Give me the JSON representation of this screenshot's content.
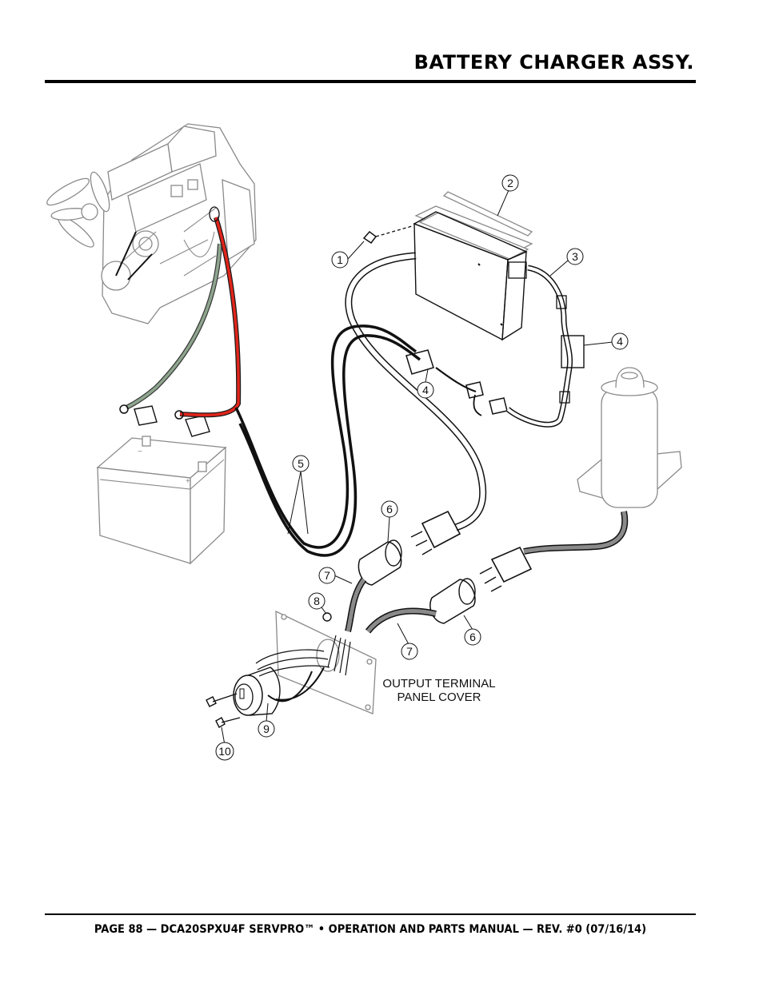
{
  "header": {
    "title": "BATTERY CHARGER ASSY."
  },
  "callouts": [
    "1",
    "2",
    "3",
    "4",
    "4",
    "5",
    "6",
    "6",
    "7",
    "7",
    "8",
    "9",
    "10"
  ],
  "note": {
    "line1": "OUTPUT TERMINAL",
    "line2": "PANEL COVER"
  },
  "footer": {
    "text": "PAGE 88 — DCA20SPXU4F SERVPRO™ • OPERATION AND PARTS MANUAL — REV. #0 (07/16/14)"
  }
}
